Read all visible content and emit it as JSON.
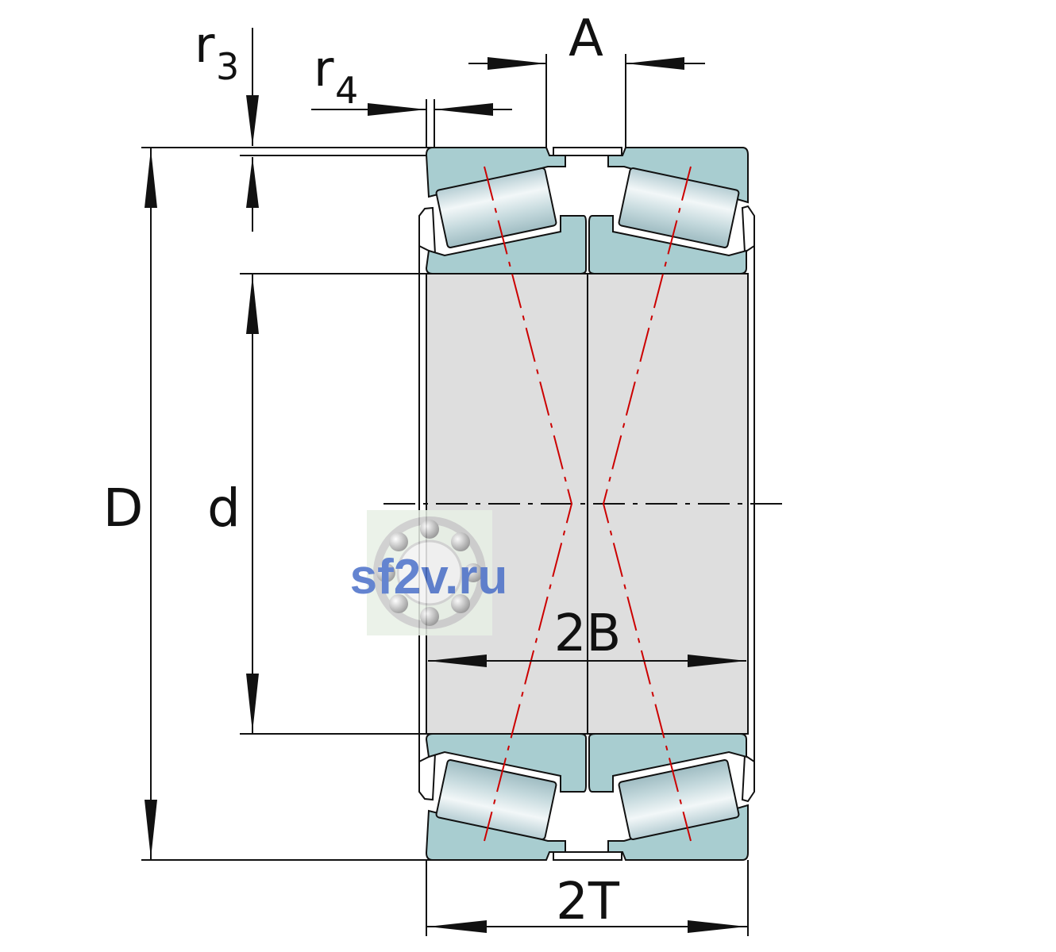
{
  "labels": {
    "r3": "r",
    "r3_sub": "3",
    "r4": "r",
    "r4_sub": "4",
    "A": "A",
    "D": "D",
    "d": "d",
    "B2": "2B",
    "T2": "2T"
  },
  "watermark": {
    "text": "sf2v.ru",
    "color": "#4a6fc8"
  },
  "colors": {
    "ring": "#a8cdd0",
    "roller": "#cfe0e4",
    "bore": "#dedede",
    "outline": "#111111",
    "centerline": "#cc0000"
  }
}
